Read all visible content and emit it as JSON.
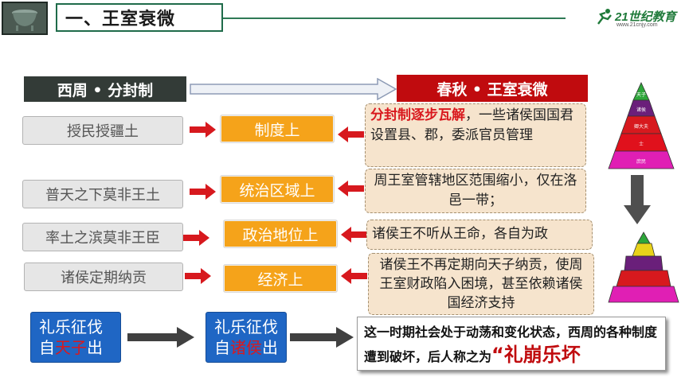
{
  "header": {
    "title": "一、王室衰微",
    "logo_text": "21世纪教育",
    "logo_sub": "www.21cnjy.com"
  },
  "left_header": "西周 • 分封制",
  "right_header": "春秋 • 王室衰微",
  "left_items": [
    "授民授疆土",
    "普天之下莫非王土",
    "率土之滨莫非王臣",
    "诸侯定期纳贡"
  ],
  "middle_items": [
    "制度上",
    "统治区域上",
    "政治地位上",
    "经济上"
  ],
  "right_items": {
    "item1_highlight": "分封制逐步瓦解",
    "item1_rest": "，一些诸侯国国君设置县、郡，委派官员管理",
    "item2": "周王室管辖地区范围缩小，仅在洛邑一带；",
    "item3": "诸侯王不听从王命，各自为政",
    "item4": "诸侯王不再定期向天子纳贡，使周王室财政陷入困境，甚至依赖诸侯国经济支持"
  },
  "bottom_left": {
    "line1": "礼乐征伐",
    "line2_a": "自",
    "line2_red": "天子",
    "line2_b": "出"
  },
  "bottom_mid": {
    "line1": "礼乐征伐",
    "line2_a": "自",
    "line2_red": "诸侯",
    "line2_b": "出"
  },
  "summary": {
    "text": "这一时期社会处于动荡和变化状态，西周的各种制度遭到破坏，后人称之为",
    "emphasis": "“礼崩乐坏"
  },
  "pyramid_top_labels": [
    "天子",
    "诸侯",
    "卿大夫",
    "士",
    "庶民"
  ],
  "colors": {
    "red": "#c00b0e",
    "orange": "#f5a31a",
    "blue": "#1f66c4",
    "dark": "#333b37"
  }
}
